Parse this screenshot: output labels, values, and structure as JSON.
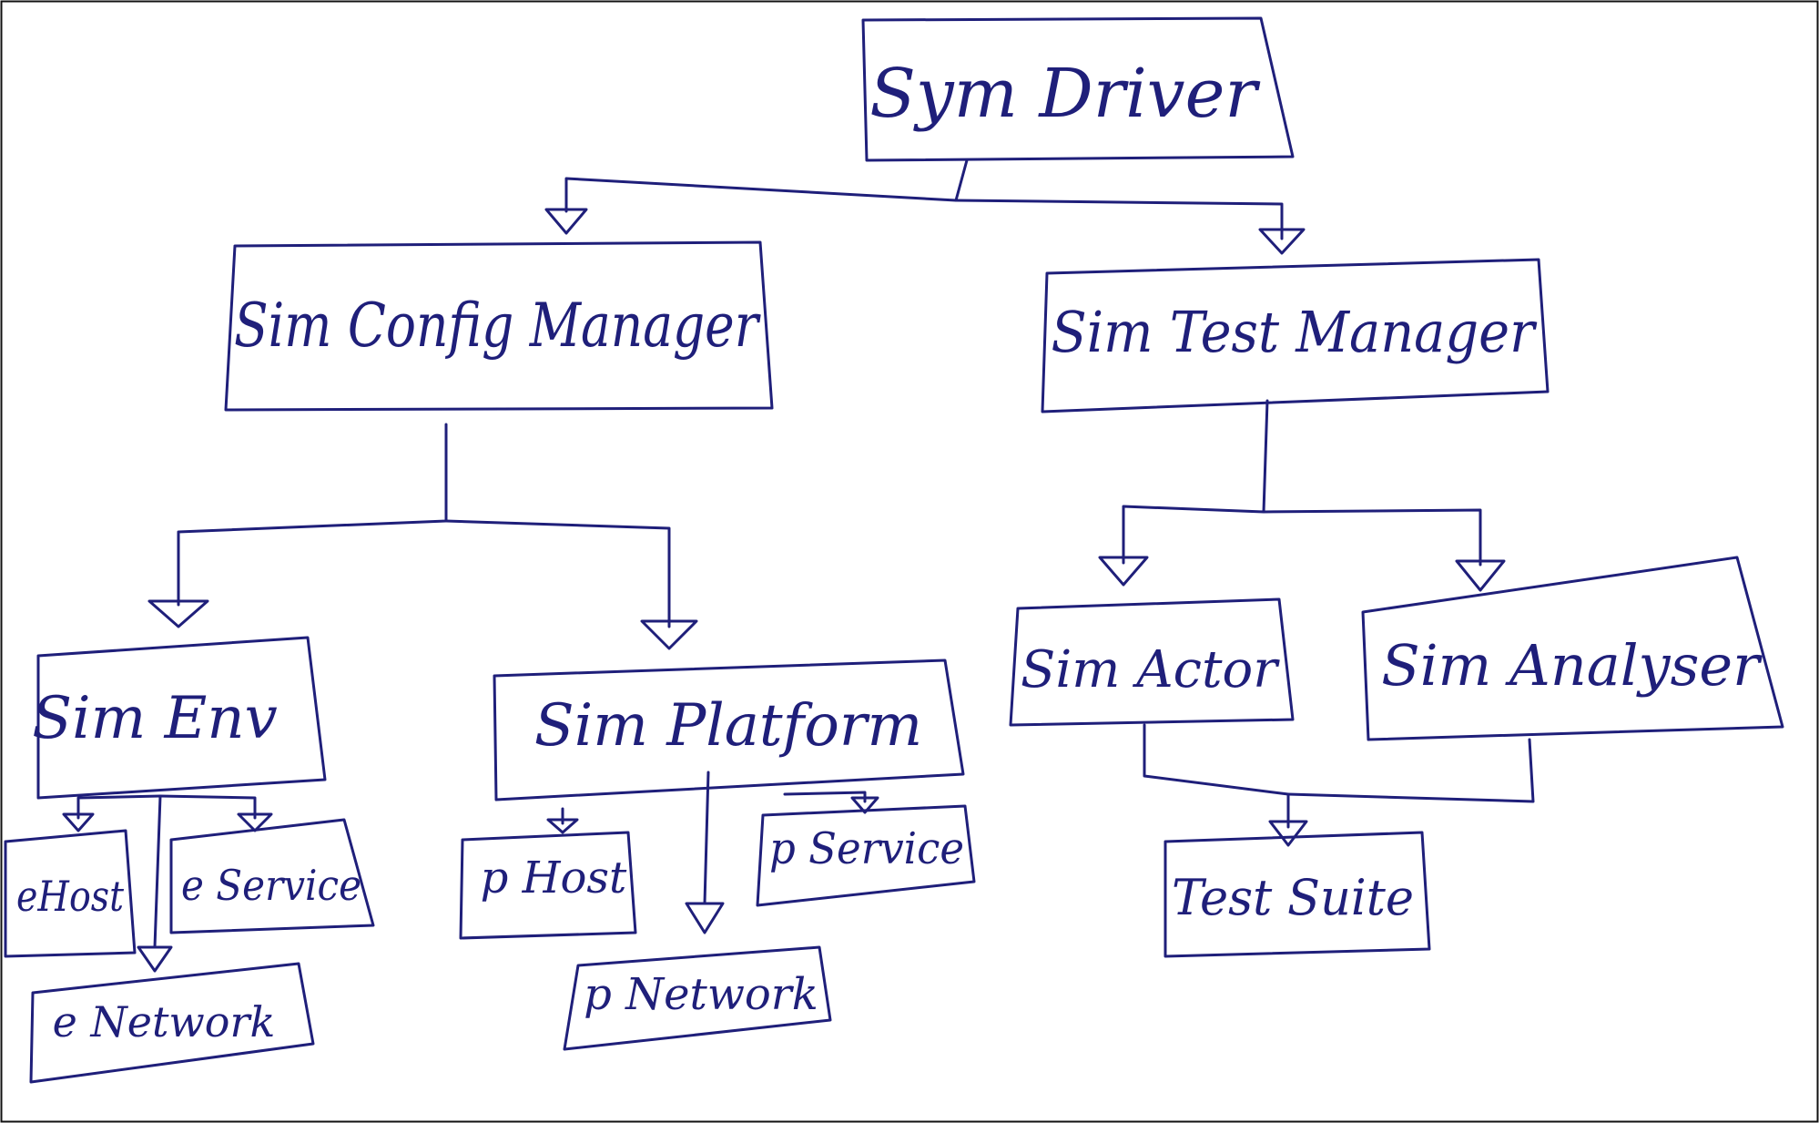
{
  "colors": {
    "ink": "#1f1f7a",
    "paper": "#ffffff",
    "frame": "#111111"
  },
  "nodes": [
    {
      "id": "simdriver",
      "label": "Sym Driver"
    },
    {
      "id": "simconfig",
      "label": "Sim Config Manager"
    },
    {
      "id": "simtest",
      "label": "Sim Test Manager"
    },
    {
      "id": "simenv",
      "label": "Sim Env"
    },
    {
      "id": "simplatform",
      "label": "Sim Platform"
    },
    {
      "id": "simactor",
      "label": "Sim Actor"
    },
    {
      "id": "simanalyser",
      "label": "Sim Analyser"
    },
    {
      "id": "ehost",
      "label": "eHost"
    },
    {
      "id": "eservice",
      "label": "e Service"
    },
    {
      "id": "enetwork",
      "label": "e Network"
    },
    {
      "id": "phost",
      "label": "p Host"
    },
    {
      "id": "pservice",
      "label": "p Service"
    },
    {
      "id": "pnetwork",
      "label": "p Network"
    },
    {
      "id": "testsuite",
      "label": "Test Suite"
    }
  ]
}
